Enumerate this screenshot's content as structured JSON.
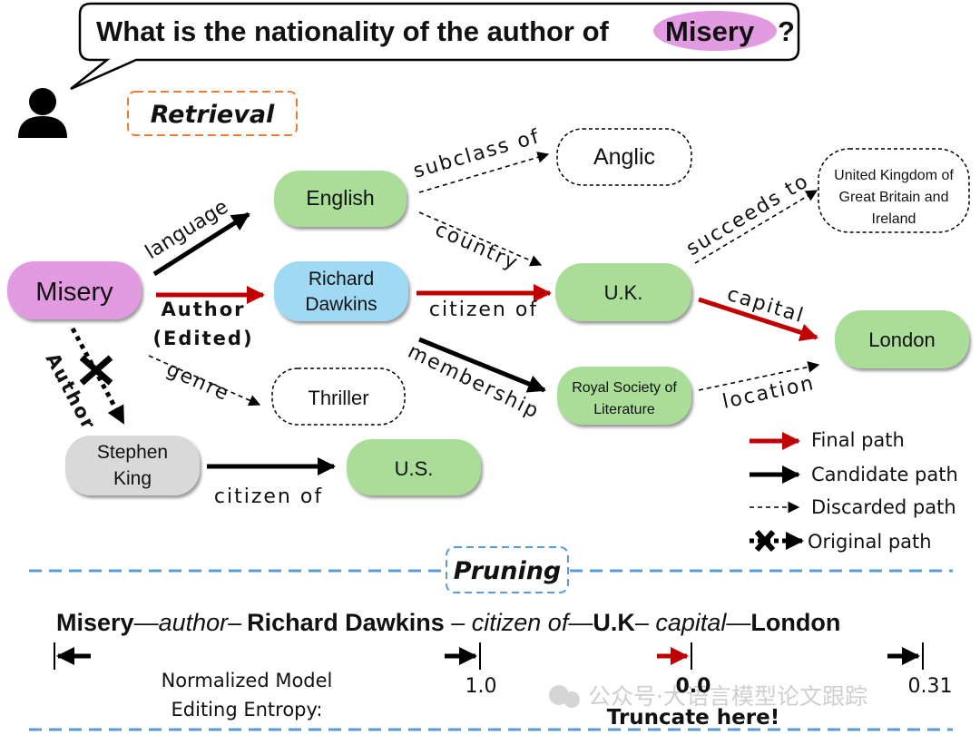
{
  "question": {
    "prefix": "What is the nationality of the author of",
    "entity": "Misery",
    "suffix": "?"
  },
  "sections": {
    "retrieval": "Retrieval",
    "pruning": "Pruning"
  },
  "nodes": {
    "misery": "Misery",
    "english": "English",
    "anglic": "Anglic",
    "richard_line1": "Richard",
    "richard_line2": "Dawkins",
    "uk": "U.K.",
    "ukgb_line1": "United Kingdom of",
    "ukgb_line2": "Great Britain and",
    "ukgb_line3": "Ireland",
    "london": "London",
    "thriller": "Thriller",
    "rsl_line1": "Royal Society of",
    "rsl_line2": "Literature",
    "stephen_line1": "Stephen",
    "stephen_line2": "King",
    "us": "U.S."
  },
  "edges": {
    "language": "language",
    "subclass_of": "subclass of",
    "country": "country",
    "succeeds_to": "succeeds to",
    "author_edited_line1": "Author",
    "author_edited_line2": "(Edited)",
    "citizen_of_rd": "citizen of",
    "capital": "capital",
    "genre": "genre",
    "membership": "membership",
    "location": "location",
    "author_original": "Author",
    "citizen_of_sk": "citizen of"
  },
  "legend": {
    "final": "Final path",
    "candidate": "Candidate path",
    "discarded": "Discarded path",
    "original": "Original path"
  },
  "path": {
    "e1": "Misery",
    "r1": "author",
    "e2": "Richard Dawkins",
    "r2": "citizen of",
    "e3": "U.K",
    "r3": "capital",
    "e4": "London",
    "d1": "—",
    "d2": "–",
    "d3": " – ",
    "d4": "—",
    "d5": "–",
    "d6": " ",
    "d7": "—"
  },
  "entropy": {
    "label_line1": "Normalized Model",
    "label_line2": "Editing Entropy:",
    "v1": "1.0",
    "v2": "0.0",
    "v3": "0.31",
    "truncate": "Truncate here!"
  },
  "watermark": "公众号·大语言模型论文跟踪",
  "colors": {
    "final": "#c00000",
    "candidate": "#000000",
    "entity_pink": "#e29ae0",
    "node_green": "#a9dd98",
    "node_blue": "#9fd9f3",
    "node_gray": "#d9d9d9",
    "retrieval_orange": "#ed7d31",
    "pruning_blue": "#2f5597",
    "divider_blue": "#5b9bd5",
    "red_text": "#e00000"
  }
}
